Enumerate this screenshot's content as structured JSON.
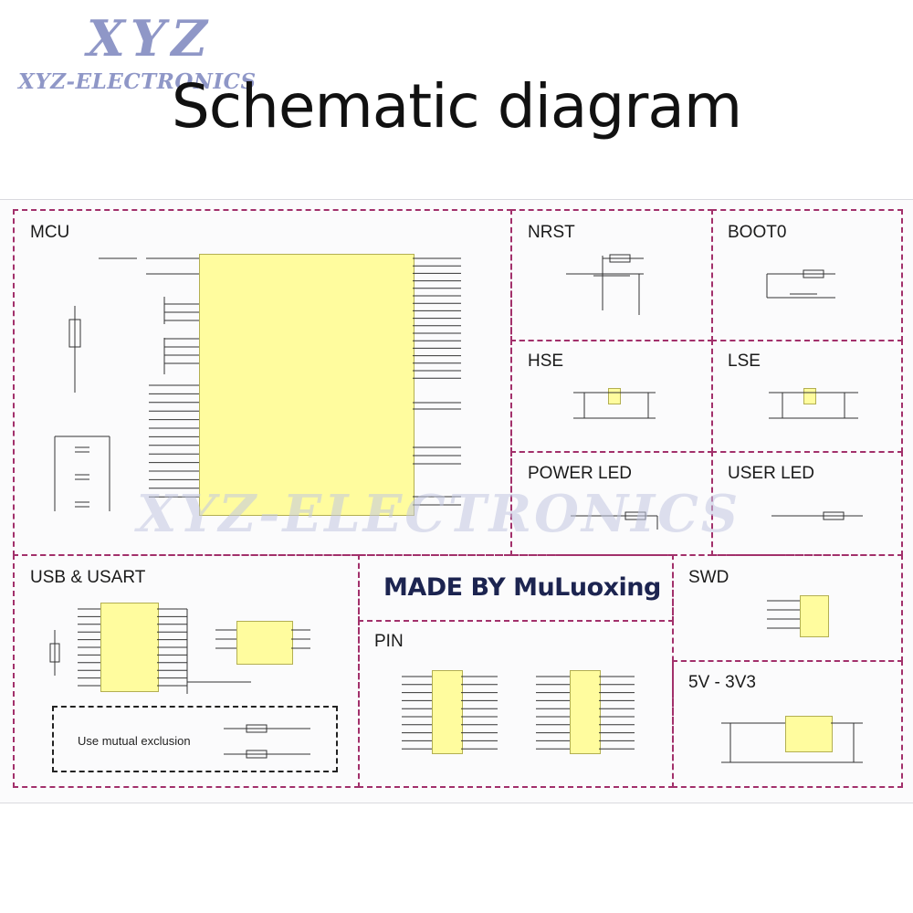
{
  "brand": {
    "logo_big": "XYZ",
    "logo_small": "XYZ-ELECTRONICS"
  },
  "title": "Schematic diagram",
  "sections": {
    "mcu": "MCU",
    "nrst": "NRST",
    "boot0": "BOOT0",
    "hse": "HSE",
    "lse": "LSE",
    "power_led": "POWER LED",
    "user_led": "USER LED",
    "usb_usart": "USB & USART",
    "made_by": "MADE BY MuLuoxing",
    "pin": "PIN",
    "swd": "SWD",
    "regulator": "5V - 3V3"
  },
  "notes": {
    "mutual_exclusion": "Use mutual exclusion"
  },
  "watermark": "XYZ-ELECTRONICS",
  "colors": {
    "border": "#a2306b",
    "chip_fill": "#fffc9e",
    "wire": "#333333",
    "logo": "#8f97c7"
  }
}
